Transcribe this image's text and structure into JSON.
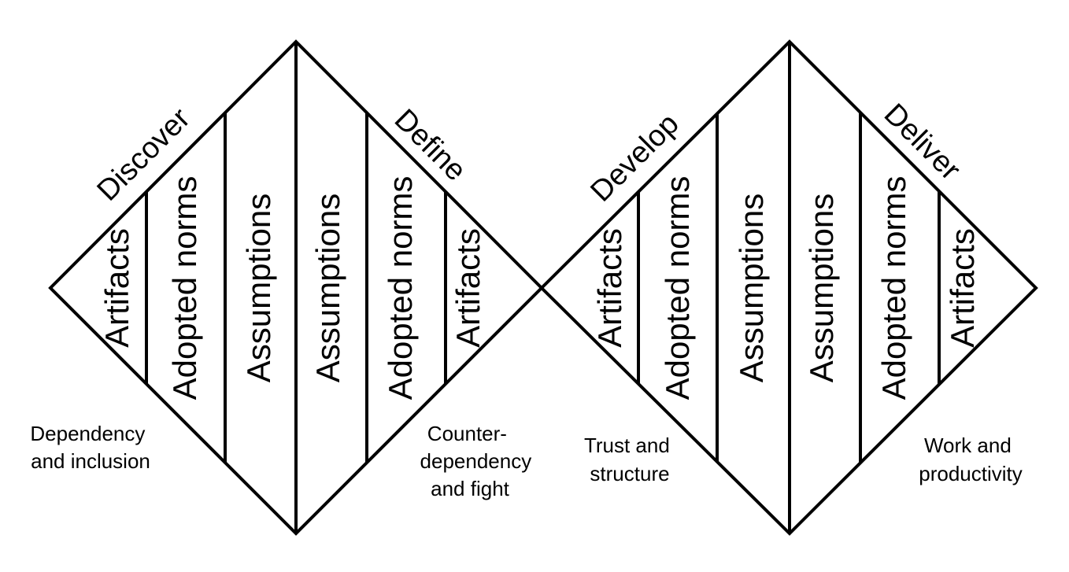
{
  "diagram": {
    "diamonds": [
      {
        "phases": [
          "Discover",
          "Define"
        ],
        "layers": [
          "Artifacts",
          "Adopted norms",
          "Assumptions",
          "Assumptions",
          "Adopted norms",
          "Artifacts"
        ],
        "left_caption": [
          "Dependency",
          "and inclusion"
        ],
        "right_caption": [
          "Counter-",
          "dependency",
          "and fight"
        ]
      },
      {
        "phases": [
          "Develop",
          "Deliver"
        ],
        "layers": [
          "Artifacts",
          "Adopted norms",
          "Assumptions",
          "Assumptions",
          "Adopted norms",
          "Artifacts"
        ],
        "left_caption": [
          "Trust and",
          "structure"
        ],
        "right_caption": [
          "Work and",
          "productivity"
        ]
      }
    ],
    "colors": {
      "stroke": "#000000",
      "background": "#ffffff"
    }
  }
}
